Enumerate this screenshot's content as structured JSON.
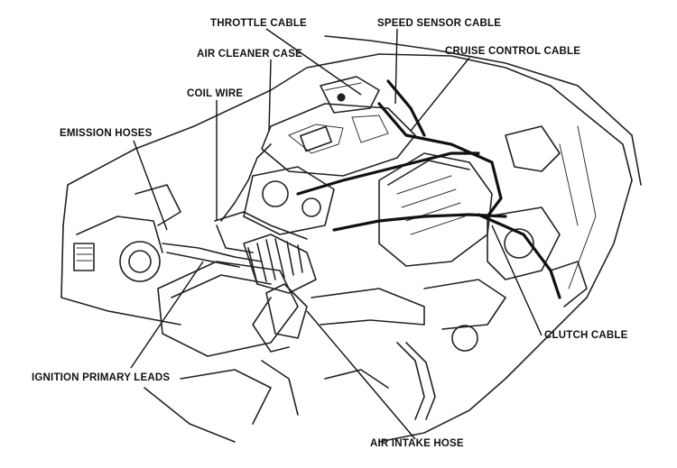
{
  "labels": {
    "throttle_cable": "THROTTLE CABLE",
    "speed_sensor_cable": "SPEED SENSOR CABLE",
    "air_cleaner_case": "AIR CLEANER CASE",
    "cruise_control_cable": "CRUISE CONTROL CABLE",
    "coil_wire": "COIL WIRE",
    "emission_hoses": "EMISSION HOSES",
    "clutch_cable": "CLUTCH CABLE",
    "ignition_primary_leads": "IGNITION PRIMARY LEADS",
    "air_intake_hose": "AIR INTAKE HOSE"
  }
}
